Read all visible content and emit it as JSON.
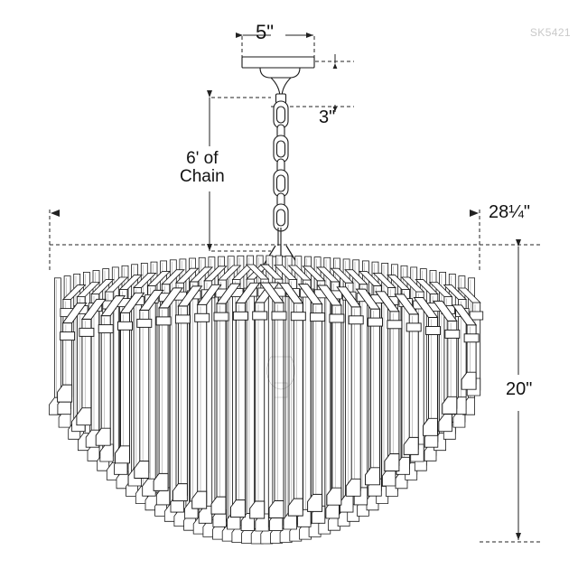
{
  "drawing": {
    "product_code": "SK5421",
    "type": "chandelier-dimension-drawing",
    "background_color": "#ffffff",
    "line_color": "#1a1a1a",
    "dimension_line_color": "#222222",
    "sku_color": "#c9c9c9"
  },
  "dimensions": {
    "canopy_width": "5\"",
    "canopy_drop": "3\"",
    "chain_length": "6' of\nChain",
    "chain_length_line1": "6' of",
    "chain_length_line2": "Chain",
    "fixture_diameter": "28¼\"",
    "fixture_height": "20\""
  },
  "parts": {
    "canopy": "ceiling-canopy-plate",
    "chain": "suspension-chain",
    "spreader": "cone-spreader",
    "body": "tiered-crystal-rod-shade"
  },
  "chart_data": {
    "type": "table",
    "title": "SK5421 chandelier dimensions",
    "categories": [
      "Canopy width",
      "Canopy drop",
      "Chain length",
      "Fixture diameter",
      "Fixture height"
    ],
    "values": [
      "5\"",
      "3\"",
      "6'",
      "28¼\"",
      "20\""
    ]
  }
}
